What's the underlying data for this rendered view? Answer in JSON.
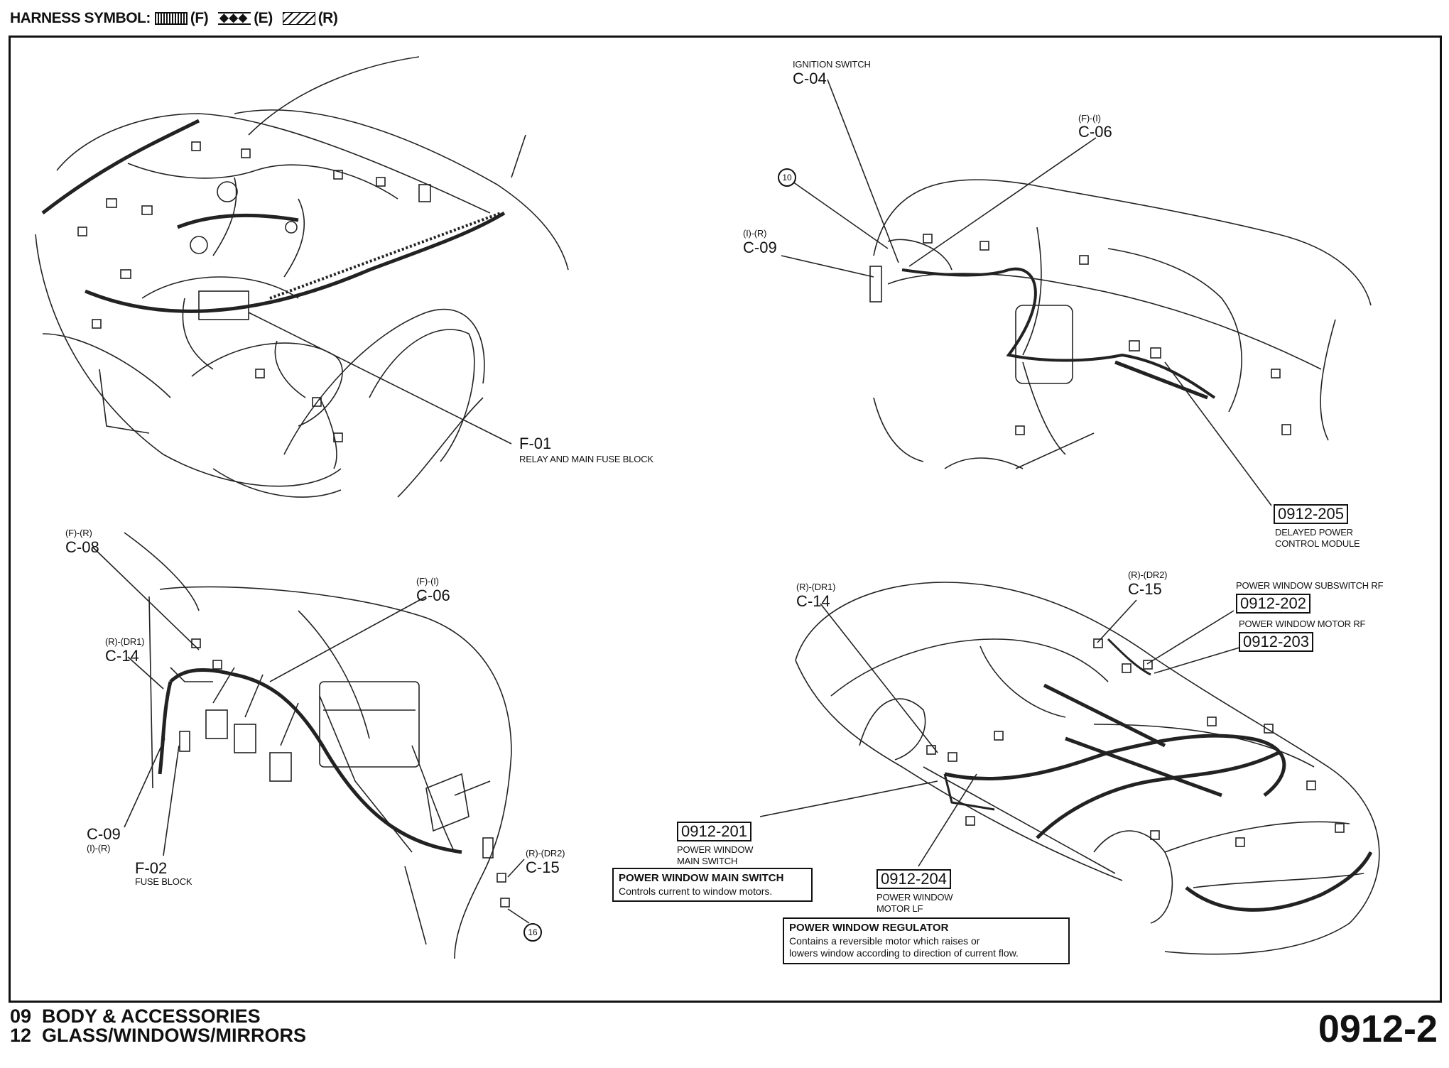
{
  "legend": {
    "title": "HARNESS SYMBOL:",
    "f": "(F)",
    "e": "(E)",
    "r": "(R)"
  },
  "callouts": {
    "f01": {
      "code": "F-01",
      "desc": "RELAY AND MAIN FUSE BLOCK"
    },
    "c04_top": {
      "desc": "IGNITION SWITCH",
      "code": "C-04"
    },
    "c06_top": {
      "loc": "(F)-(I)",
      "code": "C-06"
    },
    "c09_top": {
      "loc": "(I)-(R)",
      "code": "C-09"
    },
    "circle10": "10",
    "m205": {
      "code": "0912-205",
      "desc1": "DELAYED POWER",
      "desc2": "CONTROL MODULE"
    },
    "c08": {
      "loc": "(F)-(R)",
      "code": "C-08"
    },
    "c06_bottom": {
      "loc": "(F)-(I)",
      "code": "C-06"
    },
    "c14_left": {
      "loc": "(R)-(DR1)",
      "code": "C-14"
    },
    "c09_bottom": {
      "code": "C-09",
      "loc": "(I)-(R)"
    },
    "f02": {
      "code": "F-02",
      "desc": "FUSE BLOCK"
    },
    "c15_left": {
      "loc": "(R)-(DR2)",
      "code": "C-15"
    },
    "circle16": "16",
    "c14_right": {
      "loc": "(R)-(DR1)",
      "code": "C-14"
    },
    "c15_right": {
      "loc": "(R)-(DR2)",
      "code": "C-15"
    },
    "m202": {
      "desc": "POWER WINDOW SUBSWITCH RF",
      "code": "0912-202"
    },
    "m203": {
      "desc": "POWER WINDOW MOTOR RF",
      "code": "0912-203"
    },
    "m201": {
      "code": "0912-201",
      "desc1": "POWER WINDOW",
      "desc2": "MAIN SWITCH"
    },
    "m204": {
      "code": "0912-204",
      "desc1": "POWER WINDOW",
      "desc2": "MOTOR LF"
    }
  },
  "notes": {
    "main_switch": {
      "title": "POWER WINDOW MAIN SWITCH",
      "body": "Controls current to window motors."
    },
    "regulator": {
      "title": "POWER WINDOW REGULATOR",
      "line1": "Contains a reversible motor which raises or",
      "line2": "lowers window according to direction of current flow."
    }
  },
  "footer": {
    "line1": "09  BODY & ACCESSORIES",
    "line2": "12  GLASS/WINDOWS/MIRRORS",
    "page": "0912-2"
  }
}
